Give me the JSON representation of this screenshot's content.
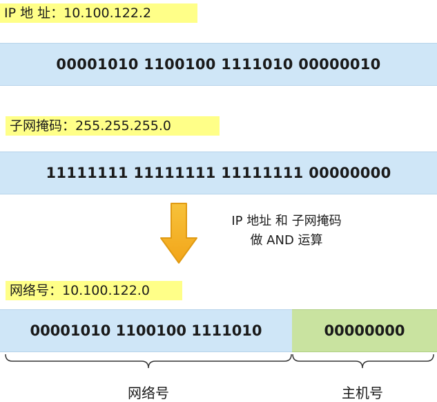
{
  "ip": {
    "label": "IP  地 址：10.100.122.2",
    "binary": "00001010 1100100 1111010 00000010"
  },
  "mask": {
    "label": "子网掩码：255.255.255.0",
    "binary": "11111111 11111111 11111111 00000000"
  },
  "operation": {
    "line1": "IP 地址 和 子网掩码",
    "line2": "做 AND 运算"
  },
  "network": {
    "label": "网络号：10.100.122.0",
    "network_binary": "00001010 1100100 1111010",
    "host_binary": "00000000"
  },
  "brace_labels": {
    "network": "网络号",
    "host": "主机号"
  },
  "colors": {
    "highlight": "#ffff88",
    "band_blue": "#cfe6f7",
    "band_green": "#c9e3a0",
    "arrow": "#f5b21b"
  }
}
